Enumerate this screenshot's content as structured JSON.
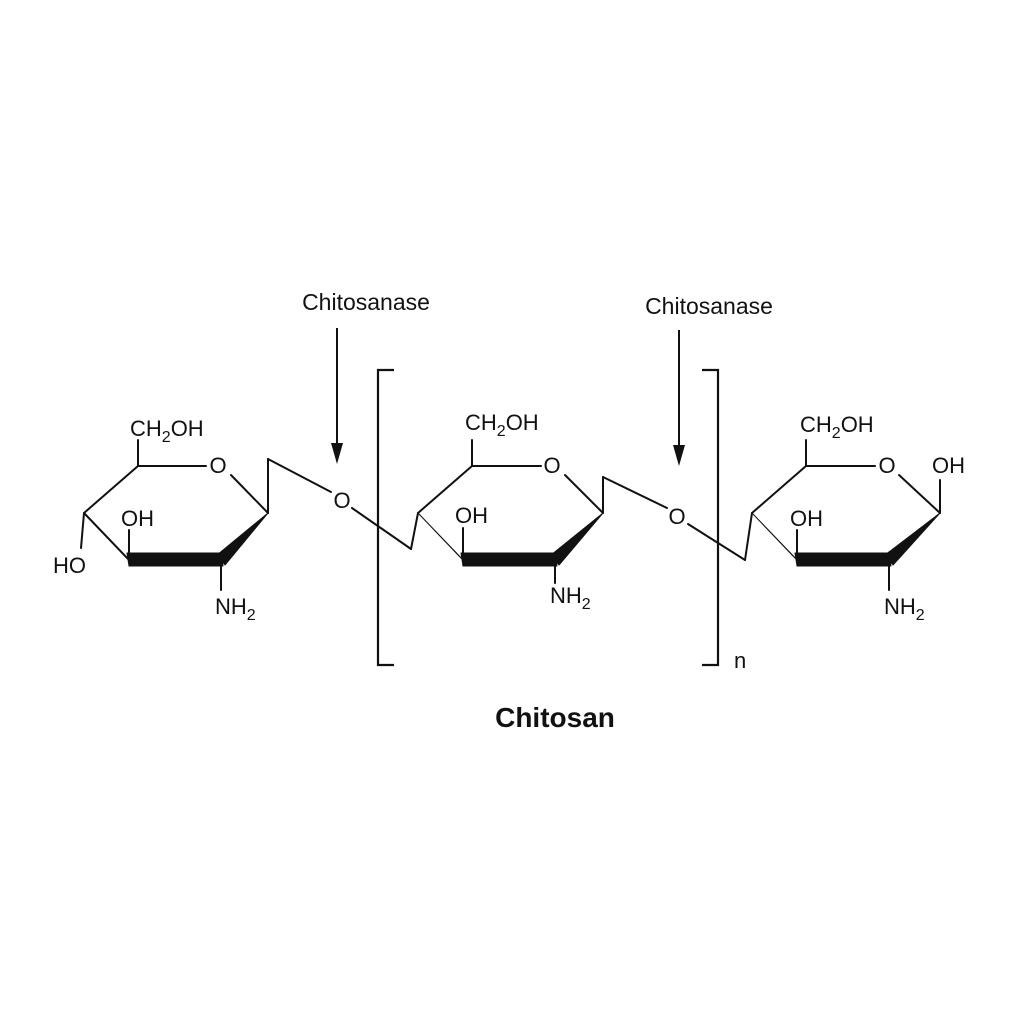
{
  "enzyme_labels": [
    "Chitosanase",
    "Chitosanase"
  ],
  "title": "Chitosan",
  "repeat_subscript": "n",
  "groups": {
    "ch2": "CH",
    "ch2_sub": "2",
    "oh_tail": "OH",
    "oh": "OH",
    "ho": "HO",
    "nh": "NH",
    "nh_sub": "2",
    "ring_o": "O",
    "glycosidic_o": "O"
  },
  "colors": {
    "ink": "#111111",
    "background": "#ffffff"
  }
}
